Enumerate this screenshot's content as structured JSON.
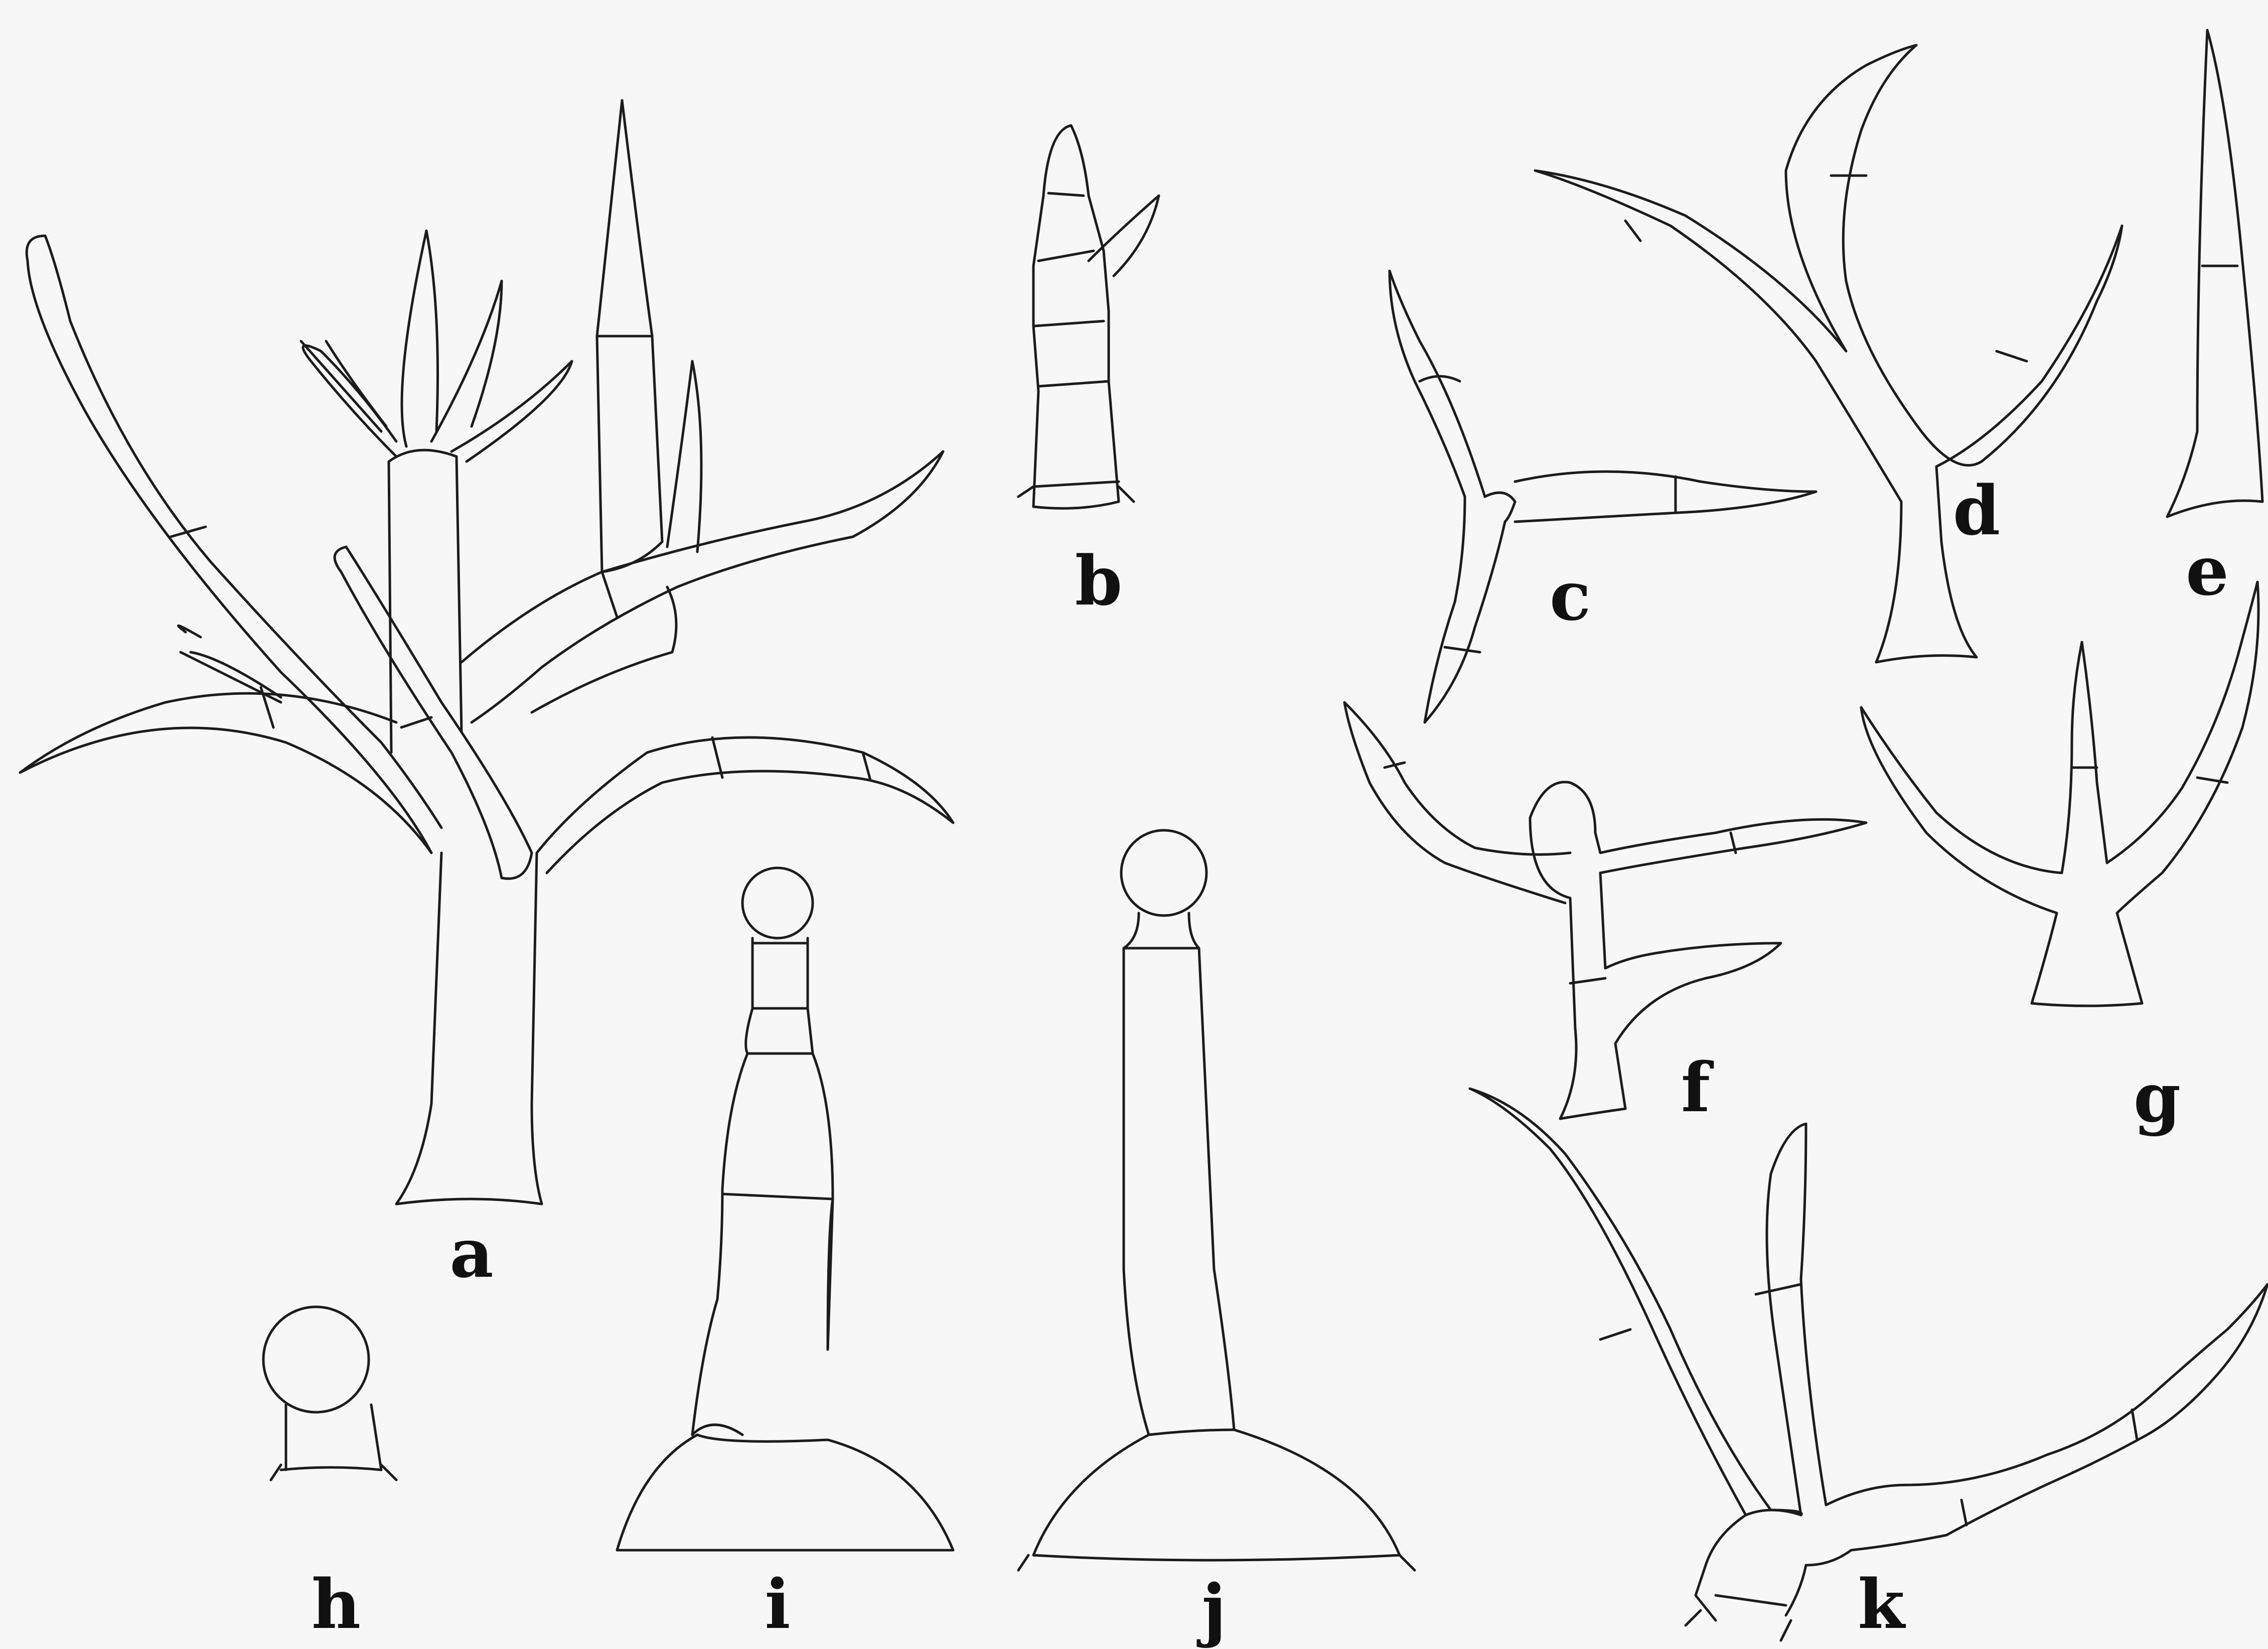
{
  "labels": {
    "a": "a",
    "b": "b",
    "c": "c",
    "d": "d",
    "e": "e",
    "f": "f",
    "g": "g",
    "h": "h",
    "i": "i",
    "j": "j",
    "k": "k"
  }
}
